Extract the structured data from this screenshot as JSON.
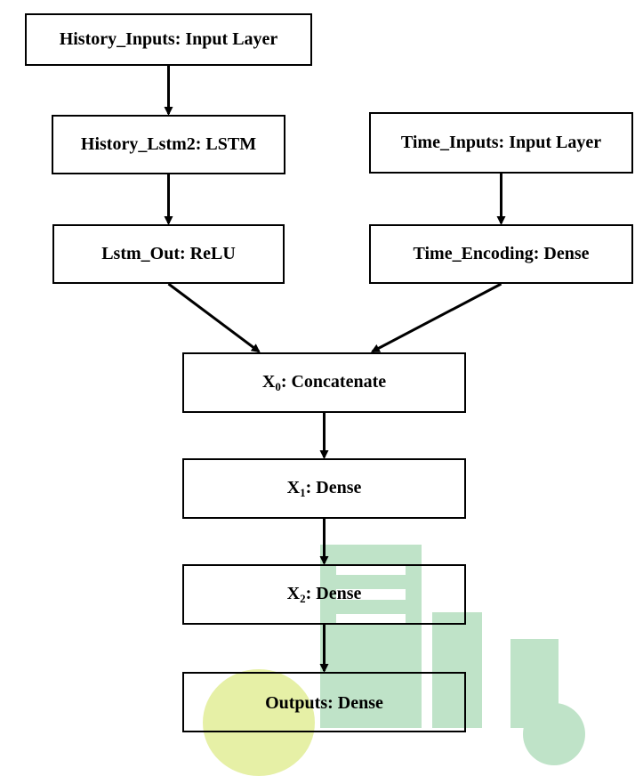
{
  "nodes": {
    "history_inputs": {
      "label": "History_Inputs: Input Layer"
    },
    "history_lstm2": {
      "label": "History_Lstm2: LSTM"
    },
    "lstm_out": {
      "label": "Lstm_Out: ReLU"
    },
    "time_inputs": {
      "label": "Time_Inputs: Input Layer"
    },
    "time_encoding": {
      "label": "Time_Encoding: Dense"
    },
    "x0": {
      "var": "X",
      "sub": "0",
      "label": ": Concatenate"
    },
    "x1": {
      "var": "X",
      "sub": "1",
      "label": ": Dense"
    },
    "x2": {
      "var": "X",
      "sub": "2",
      "label": ": Dense"
    },
    "outputs": {
      "label": "Outputs: Dense"
    }
  },
  "edges": [
    [
      "history_inputs",
      "history_lstm2"
    ],
    [
      "history_lstm2",
      "lstm_out"
    ],
    [
      "time_inputs",
      "time_encoding"
    ],
    [
      "lstm_out",
      "x0"
    ],
    [
      "time_encoding",
      "x0"
    ],
    [
      "x0",
      "x1"
    ],
    [
      "x1",
      "x2"
    ],
    [
      "x2",
      "outputs"
    ]
  ],
  "colors": {
    "stroke": "#000000",
    "watermark_green": "#bfe3c8",
    "watermark_yellow": "#e6f0a6"
  }
}
